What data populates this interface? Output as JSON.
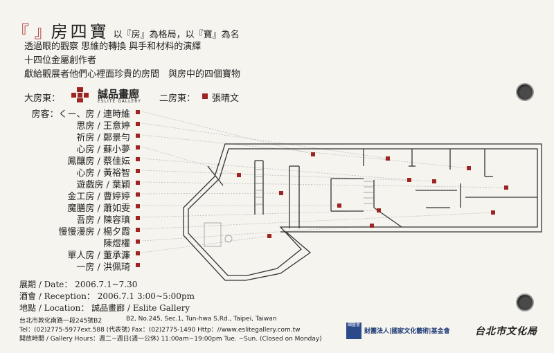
{
  "header": {
    "title_brackets": "『 』",
    "title_main": "房四寶",
    "title_tail": "以『房』為格局，以『寶』為名",
    "lines": [
      "透過眼的觀察 思維的轉換 與手和材料的演繹",
      "十四位金屬創作者",
      "獻給觀展者他們心裡面珍貴的房間　與房中的四個寶物"
    ]
  },
  "landlords": {
    "big_label": "大房東：",
    "gallery_cn": "誠品畫廊",
    "gallery_en": "ESLITE GALLERY",
    "second_label": "二房東：",
    "second_name": "張晴文"
  },
  "rooms": [
    {
      "room": "房客：くー、房 / 連時維"
    },
    {
      "room": "思房 / 王意婷"
    },
    {
      "room": "祈房 / 鄭景勻"
    },
    {
      "room": "心房 / 蘇小夢"
    },
    {
      "room": "鳳釀房 / 蔡佳妘"
    },
    {
      "room": "心房 / 黃裕智"
    },
    {
      "room": "遊戲房 / 葉穎"
    },
    {
      "room": "金工房 / 曹婷婷"
    },
    {
      "room": "魔膳房 / 蕭如雯"
    },
    {
      "room": "吾房 / 陳容瑱"
    },
    {
      "room": "慢慢漫房 / 楊夕霞"
    },
    {
      "room": "陳煜權"
    },
    {
      "room": "單人房 / 董承濂"
    },
    {
      "room": "一房 / 洪佩琦"
    }
  ],
  "info": {
    "dates": "展期 / Date：  2006.7.1~7.30",
    "reception": "酒會 / Reception：  2006.7.1   3:00~5:00pm",
    "location": "地點 / Location：  誠品畫廊 / Eslite Gallery"
  },
  "footer": {
    "address_cn": "台北市敦化南路一段245號B2",
    "address_en": "B2, No.245, Sec.1, Tun-hwa S.Rd., Taipei, Taiwan",
    "tel_line": "Tel：(02)2775-5977ext.588 (代表號)   Fax：(02)2775-1490   Http：//www.eslitegallery.com.tw",
    "hours_line": "開放時間 / Gallery Hours：週二~週日(週一公休)   11:00am~19:00pm   Tue. ~Sun. (Closed on Monday)"
  },
  "sponsors": {
    "ncaf_logo_text": "國藝會",
    "ncaf_name": "財團法人|國家文化藝術|基金會",
    "taipei_bureau": "台北市文化局"
  },
  "colors": {
    "accent": "#9e2424",
    "ink": "#222222",
    "paper": "#f6f4ef"
  }
}
